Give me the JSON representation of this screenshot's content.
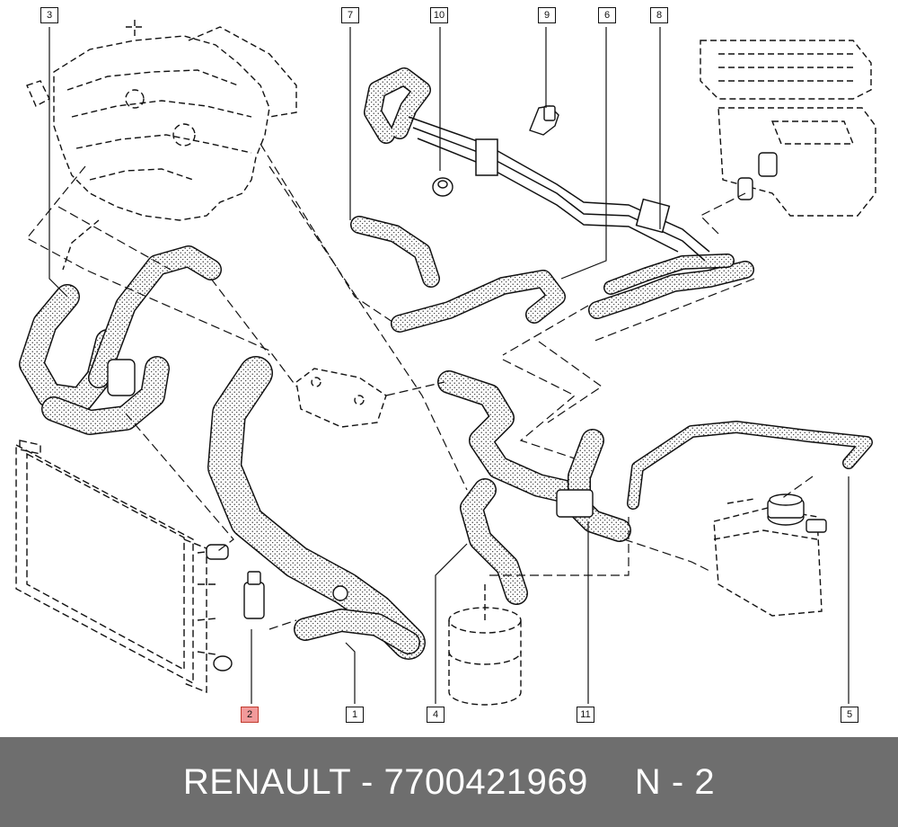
{
  "callouts": [
    {
      "id": "1",
      "label": "1",
      "highlighted": false
    },
    {
      "id": "2",
      "label": "2",
      "highlighted": true
    },
    {
      "id": "3",
      "label": "3",
      "highlighted": false
    },
    {
      "id": "4",
      "label": "4",
      "highlighted": false
    },
    {
      "id": "5",
      "label": "5",
      "highlighted": false
    },
    {
      "id": "6",
      "label": "6",
      "highlighted": false
    },
    {
      "id": "7",
      "label": "7",
      "highlighted": false
    },
    {
      "id": "8",
      "label": "8",
      "highlighted": false
    },
    {
      "id": "9",
      "label": "9",
      "highlighted": false
    },
    {
      "id": "10",
      "label": "10",
      "highlighted": false
    },
    {
      "id": "11",
      "label": "11",
      "highlighted": false
    }
  ],
  "footer": {
    "part_text": "RENAULT - 7700421969",
    "position_text": "N - 2"
  },
  "colors": {
    "footer_bg": "#6e6e6e",
    "highlight": "#f29a9a",
    "line": "#111111"
  }
}
